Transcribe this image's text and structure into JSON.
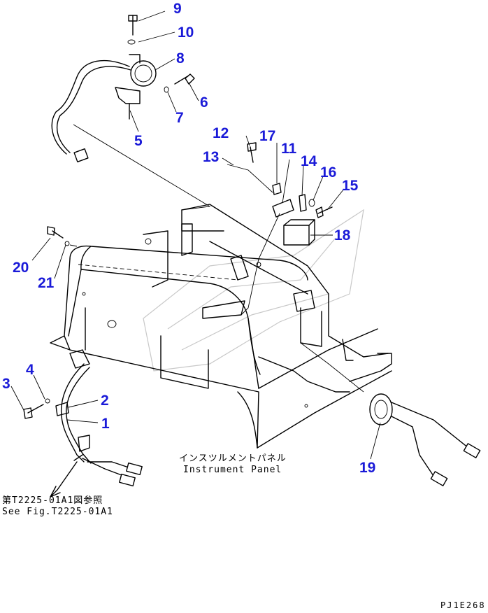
{
  "callouts": {
    "c1": "1",
    "c2": "2",
    "c3": "3",
    "c4": "4",
    "c5": "5",
    "c6": "6",
    "c7": "7",
    "c8": "8",
    "c9": "9",
    "c10": "10",
    "c11": "11",
    "c12": "12",
    "c13": "13",
    "c14": "14",
    "c15": "15",
    "c16": "16",
    "c17": "17",
    "c18": "18",
    "c19": "19",
    "c20": "20",
    "c21": "21"
  },
  "labels": {
    "panel_jp": "インスツルメントパネル",
    "panel_en": "Instrument Panel",
    "ref_jp": "第T2225-01A1図参照",
    "ref_en": "See Fig.T2225-01A1",
    "drawing_code": "PJ1E268"
  },
  "colors": {
    "callout": "#1a1ad8",
    "line": "#000000"
  }
}
